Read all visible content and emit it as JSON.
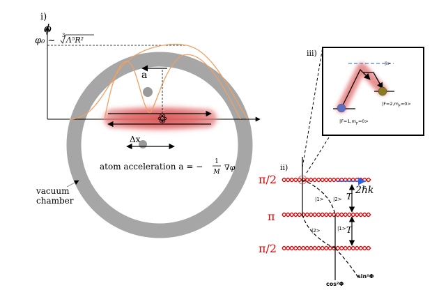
{
  "panel_i": {
    "label": "i)",
    "phi_axis": "ϕ",
    "phi0_prefix": "φ₀ ~",
    "phi0_root": "3",
    "phi0_expr": "Λ⁵R²",
    "accel_arrow_label": "a",
    "dx_label": "Δx",
    "atom_acceleration_text": "atom acceleration a =  −",
    "frac_num": "1",
    "frac_den": "M",
    "grad_phi": "∇φ",
    "vacuum_chamber_line1": "vacuum",
    "vacuum_chamber_line2": "chamber"
  },
  "panel_ii": {
    "label": "ii)",
    "pulse_first": "π/2",
    "pulse_middle": "π",
    "pulse_last": "π/2",
    "momentum_kick": "2ℏk",
    "time_T_upper": "T",
    "time_T_lower": "T",
    "state_1_upper": "|1>",
    "state_2_upper": "|2>",
    "state_2_lower": "|2>",
    "state_1_lower": "|1>",
    "output_cos": "cos²Φ",
    "output_sin": "sin²Φ"
  },
  "panel_iii": {
    "label": "iii)",
    "excited_state": "|i>",
    "ground_f1": "|F=1,m",
    "ground_f1_tail": "=0>",
    "ground_f2": "|F=2,m",
    "ground_f2_tail": "=0>",
    "sub_f": "F"
  },
  "colors": {
    "chamber": "#a6a6a6",
    "potential_curve": "#f0a060",
    "laser_glow": "#e06060",
    "pulse_red": "#e00000",
    "kick_blue": "#3060e0",
    "level_dashed": "#5080c0"
  }
}
